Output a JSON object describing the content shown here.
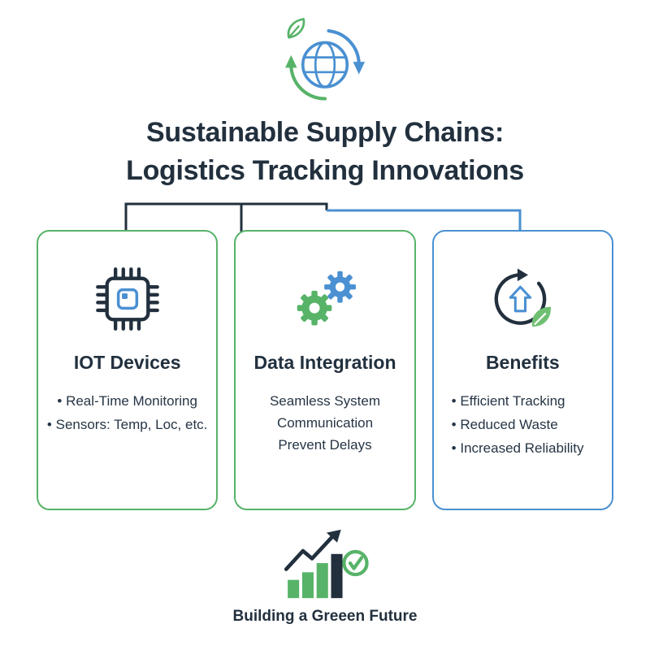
{
  "header": {
    "title_line1": "Sustainable Supply Chains:",
    "title_line2": "Logistics Tracking Innovations"
  },
  "cards": [
    {
      "title": "IOT Devices",
      "icon": "chip-icon",
      "bullets": [
        "Real-Time Monitoring",
        "Sensors: Temp, Loc, etc."
      ]
    },
    {
      "title": "Data Integration",
      "icon": "gears-icon",
      "lines": [
        "Seamless System",
        "Communication",
        "Prevent Delays"
      ]
    },
    {
      "title": "Benefits",
      "icon": "growth-cycle-leaf-icon",
      "bullets": [
        "Efficient Tracking",
        "Reduced Waste",
        "Increased Reliability"
      ]
    }
  ],
  "footer": {
    "tagline": "Building a Greeen Future"
  },
  "icons": {
    "top": "globe-recycle-icon",
    "bottom": "growth-chart-check-icon"
  },
  "colors": {
    "navy": "#22303e",
    "green": "#57b368",
    "blue": "#4a90d2",
    "leaf": "#6fbf72"
  }
}
